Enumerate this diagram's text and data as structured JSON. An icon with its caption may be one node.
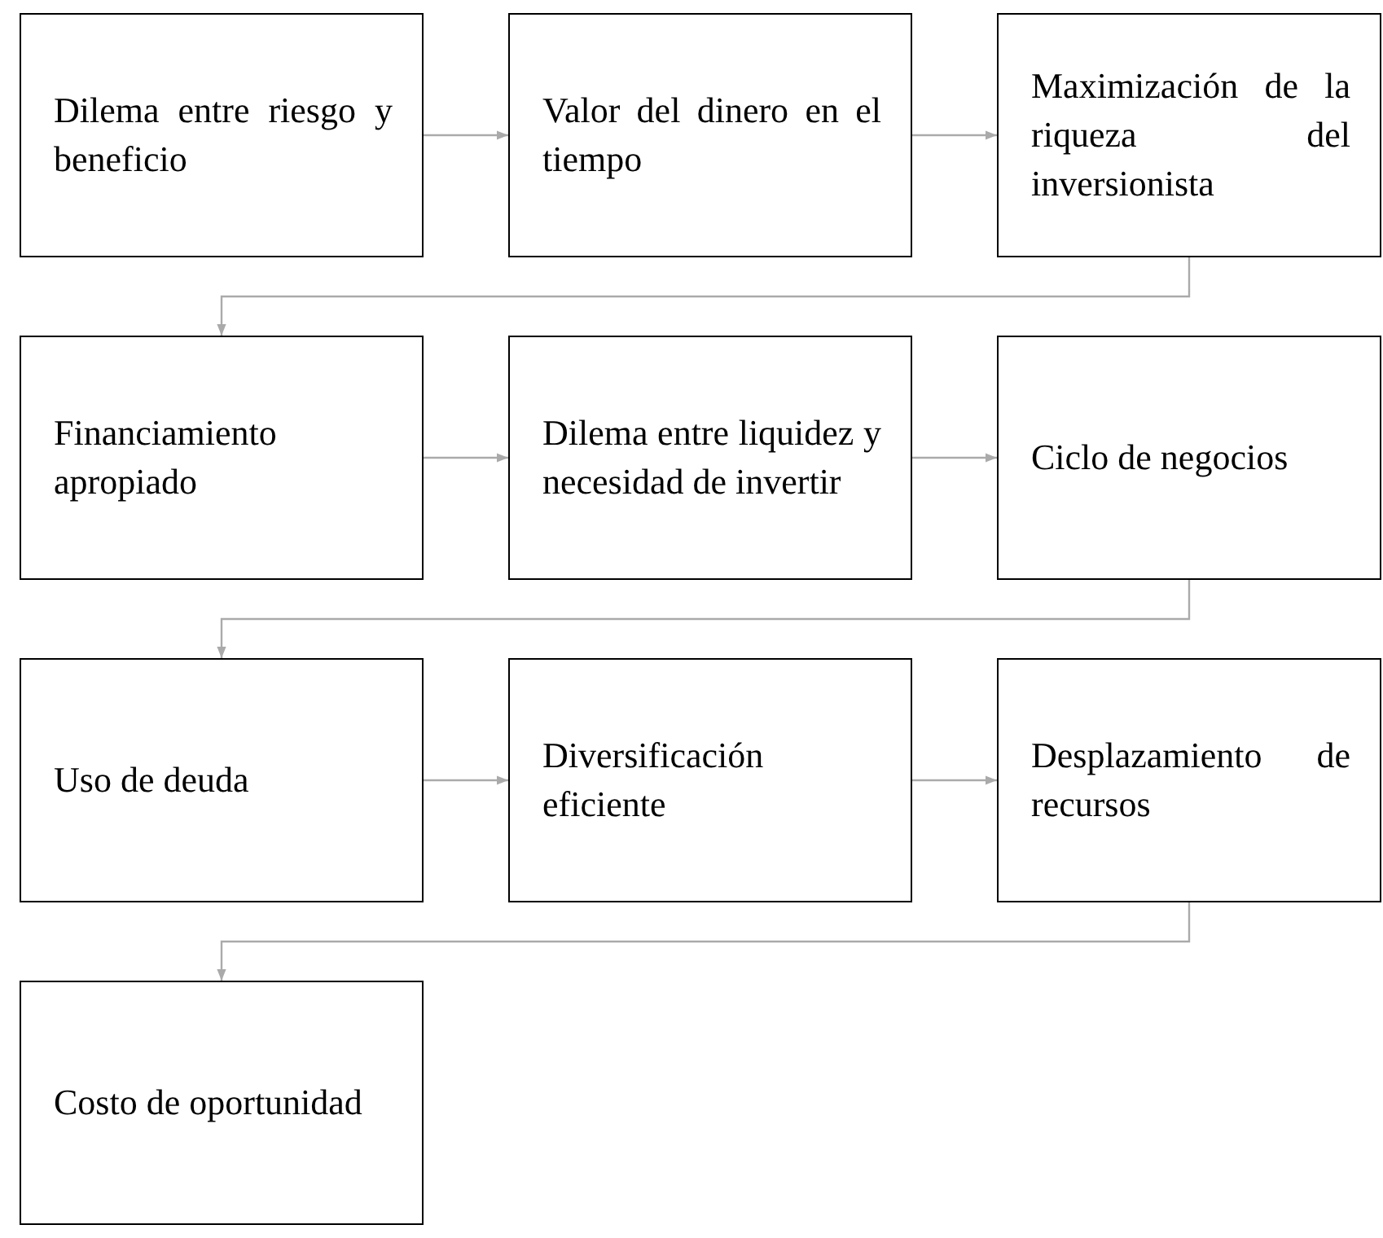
{
  "diagram": {
    "nodes": [
      {
        "text": [
          "Dilema entre riesgo y beneficio"
        ]
      },
      {
        "text": [
          "Valor del dinero en el tiempo"
        ]
      },
      {
        "text": [
          "Maximización de la riqueza del inversionista"
        ]
      },
      {
        "text": [
          "Financiamiento apropiado"
        ]
      },
      {
        "text": [
          "Dilema entre liquidez y necesidad de invertir"
        ]
      },
      {
        "text": [
          "Ciclo de negocios"
        ]
      },
      {
        "text": [
          "Uso de deuda"
        ]
      },
      {
        "text": [
          "Diversificación eficiente"
        ]
      },
      {
        "text": [
          "Desplazamiento de recursos"
        ]
      },
      {
        "text": [
          "Costo de oportunidad"
        ]
      }
    ],
    "edges": [
      {
        "from": 0,
        "to": 1,
        "arrow": "to"
      },
      {
        "from": 1,
        "to": 2,
        "arrow": "to"
      },
      {
        "from": 2,
        "to": 3,
        "arrow": "to"
      },
      {
        "from": 3,
        "to": 4,
        "arrow": "to"
      },
      {
        "from": 4,
        "to": 5,
        "arrow": "to"
      },
      {
        "from": 5,
        "to": 6,
        "arrow": "to"
      },
      {
        "from": 6,
        "to": 7,
        "arrow": "to"
      },
      {
        "from": 7,
        "to": 8,
        "arrow": "to"
      },
      {
        "from": 8,
        "to": 9,
        "arrow": "to"
      }
    ]
  }
}
